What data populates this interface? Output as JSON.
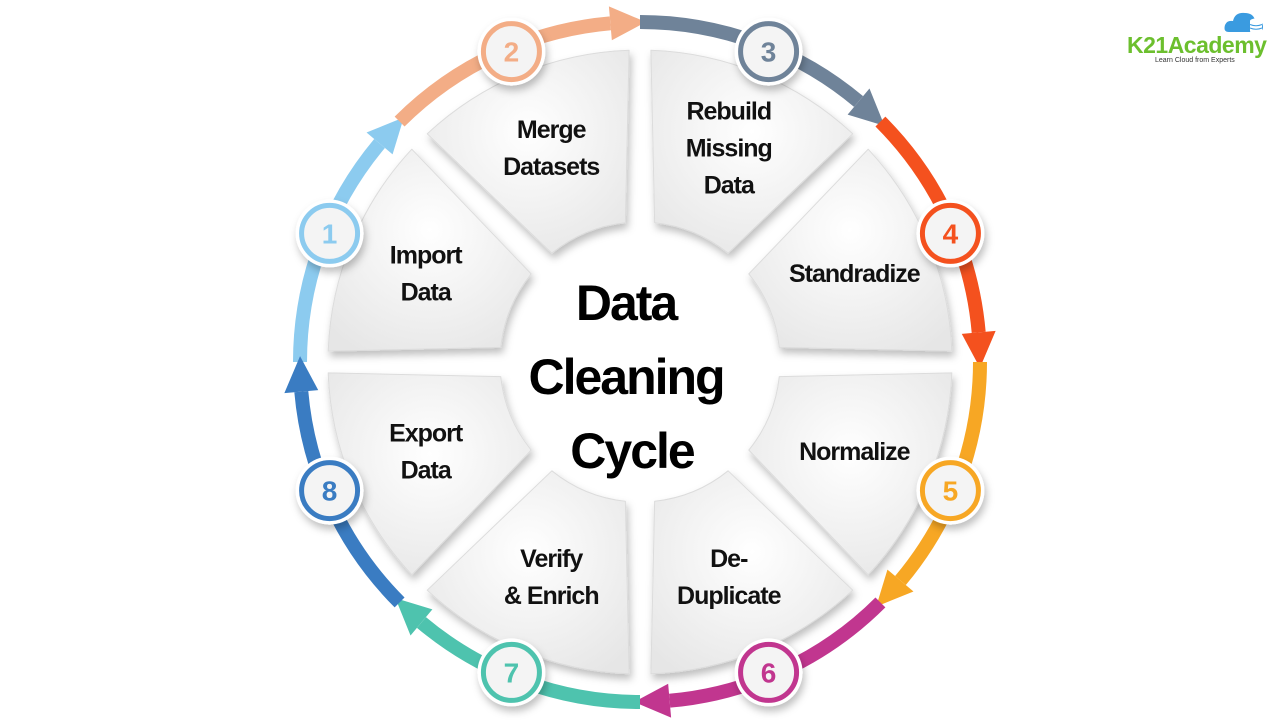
{
  "logo": {
    "brand": "K21Academy",
    "tagline": "Learn Cloud from Experts"
  },
  "title_lines": [
    "Data",
    "Cleaning",
    "Cycle"
  ],
  "steps": [
    {
      "number": "1",
      "lines": [
        "Import",
        "Data"
      ],
      "color": "#8ccbef"
    },
    {
      "number": "2",
      "lines": [
        "Merge",
        "Datasets"
      ],
      "color": "#f3ad86"
    },
    {
      "number": "3",
      "lines": [
        "Rebuild",
        "Missing",
        "Data"
      ],
      "color": "#6f8399"
    },
    {
      "number": "4",
      "lines": [
        "Standradize"
      ],
      "color": "#f4511e"
    },
    {
      "number": "5",
      "lines": [
        "Normalize"
      ],
      "color": "#f7a724"
    },
    {
      "number": "6",
      "lines": [
        "De-",
        "Duplicate"
      ],
      "color": "#c1368f"
    },
    {
      "number": "7",
      "lines": [
        "Verify",
        "& Enrich"
      ],
      "color": "#4ec3ae"
    },
    {
      "number": "8",
      "lines": [
        "Export",
        "Data"
      ],
      "color": "#3a7cc2"
    }
  ]
}
